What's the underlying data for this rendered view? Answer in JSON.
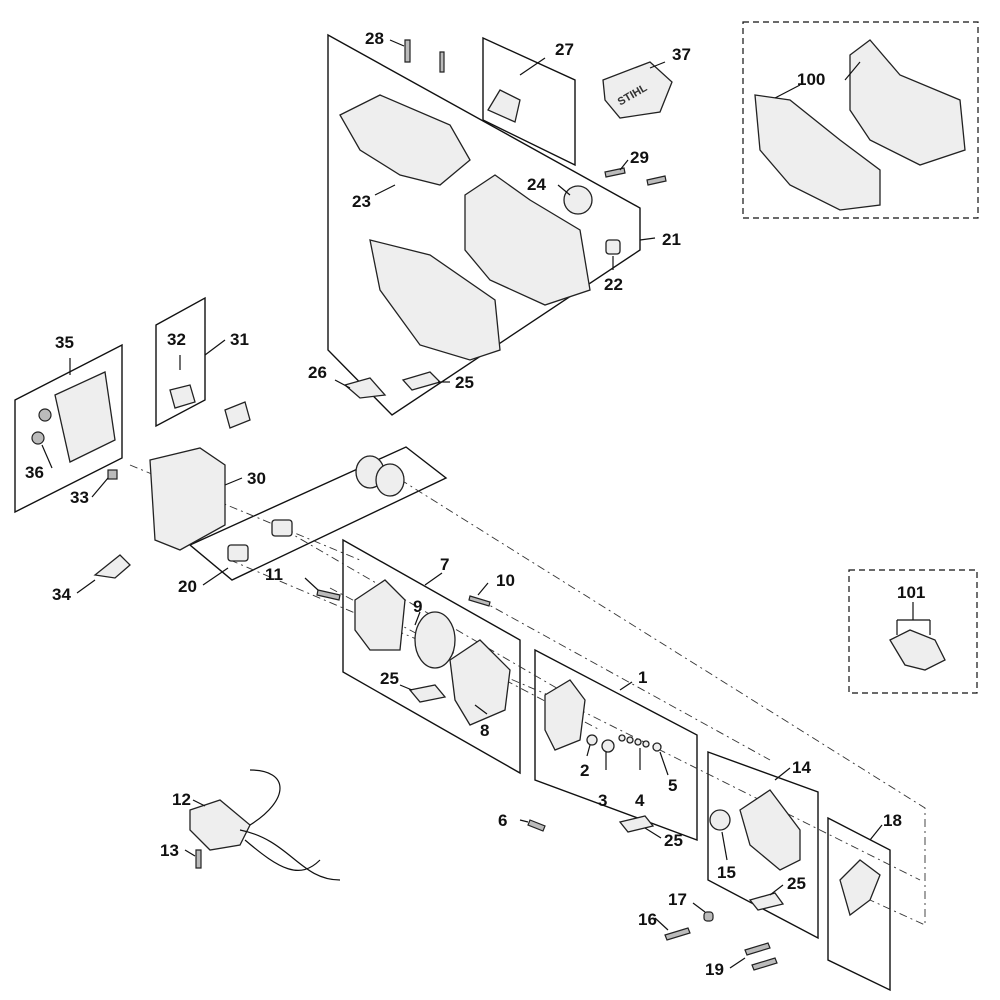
{
  "diagram": {
    "logo_text": "STIHL",
    "callouts": [
      "28",
      "27",
      "37",
      "100",
      "23",
      "24",
      "29",
      "21",
      "22",
      "35",
      "32",
      "31",
      "26",
      "25",
      "36",
      "33",
      "30",
      "34",
      "20",
      "11",
      "7",
      "10",
      "9",
      "101",
      "25",
      "8",
      "1",
      "2",
      "3",
      "4",
      "5",
      "6",
      "25",
      "14",
      "12",
      "13",
      "15",
      "25",
      "18",
      "17",
      "16",
      "19"
    ]
  }
}
